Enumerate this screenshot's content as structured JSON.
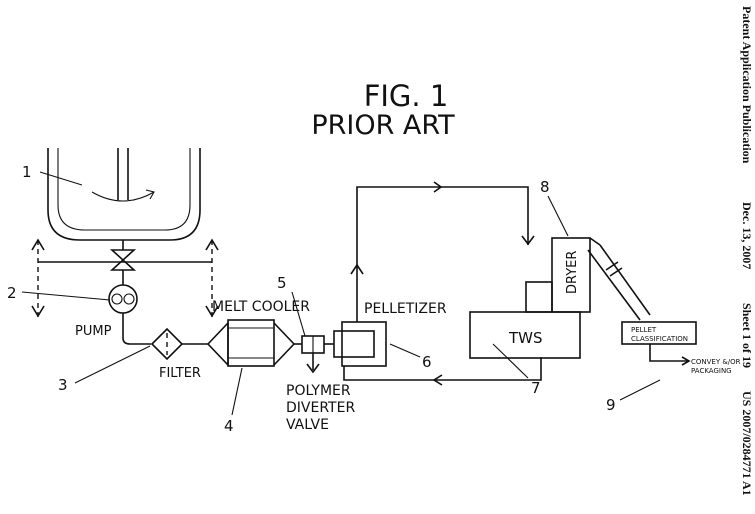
{
  "figure": {
    "title_line1": "FIG. 1",
    "title_line2": "PRIOR ART"
  },
  "header": {
    "publication": "Patent Application Publication",
    "date": "Dec. 13, 2007",
    "sheet": "Sheet 1 of 19",
    "number": "US 2007/0284771 A1"
  },
  "labels": {
    "pump": "PUMP",
    "filter": "FILTER",
    "melt_cooler": "MELT COOLER",
    "pelletizer": "PELLETIZER",
    "diverter_1": "POLYMER",
    "diverter_2": "DIVERTER",
    "diverter_3": "VALVE",
    "dryer": "DRYER",
    "tws": "TWS",
    "pellet_1": "PELLET",
    "pellet_2": "CLASSIFICATION",
    "convey_1": "CONVEY &/OR",
    "convey_2": "PACKAGING"
  },
  "refs": [
    "1",
    "2",
    "3",
    "4",
    "5",
    "6",
    "7",
    "8",
    "9"
  ]
}
